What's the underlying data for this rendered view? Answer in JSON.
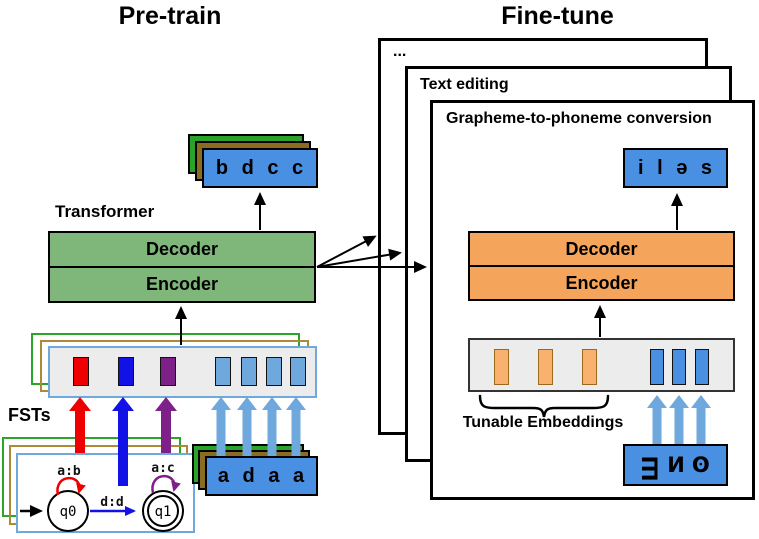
{
  "pretrain": {
    "title": "Pre-train",
    "transformer_label": "Transformer",
    "decoder_label": "Decoder",
    "encoder_label": "Encoder",
    "output_tokens": "b d c c",
    "input_tokens": "a d a a",
    "fsts_label": "FSTs",
    "fst": {
      "state0": "q0",
      "state1": "q1",
      "loop0_label": "a:b",
      "transition_label": "d:d",
      "loop1_label": "a:c"
    }
  },
  "finetune": {
    "title": "Fine-tune",
    "panels": [
      {
        "label": "..."
      },
      {
        "label": "Text editing"
      },
      {
        "label": "Grapheme-to-phoneme conversion"
      }
    ],
    "decoder_label": "Decoder",
    "encoder_label": "Encoder",
    "output_tokens": "i l ə s",
    "tunable_label": "Tunable Embeddings",
    "input_glyphs": [
      "Ш",
      "И",
      "ʘ"
    ]
  },
  "palette": {
    "green_block": "#7fb77b",
    "orange_block": "#f5a55b",
    "blue_card": "#4a90e2",
    "green_card": "#29a329",
    "brown_card": "#8a6d20",
    "light_blue": "#6fa8dc",
    "red": "#ee0000",
    "dark_blue": "#1212e6",
    "purple": "#7d2088",
    "strip_bg": "#ececec",
    "tan_outline": "#ad8a35",
    "green_outline": "#2aa52a",
    "black": "#000000"
  }
}
